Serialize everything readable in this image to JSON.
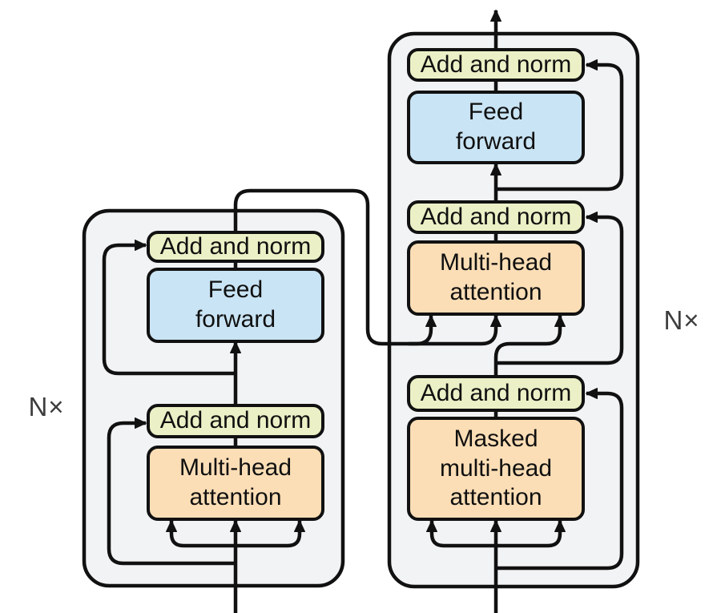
{
  "colors": {
    "add_norm_fill": "#ecf0c6",
    "feed_forward_fill": "#c9e4f4",
    "attention_fill": "#fcdeb6",
    "container_fill": "#f2f3f5",
    "line": "#111111",
    "background": "#ffffff"
  },
  "encoder": {
    "repeat_label": "N×",
    "blocks": [
      {
        "type": "add_norm",
        "label": "Add and norm"
      },
      {
        "type": "feed_forward",
        "label": "Feed\nforward"
      },
      {
        "type": "add_norm",
        "label": "Add and norm"
      },
      {
        "type": "attention",
        "label": "Multi-head\nattention"
      }
    ]
  },
  "decoder": {
    "repeat_label": "N×",
    "blocks": [
      {
        "type": "add_norm",
        "label": "Add and norm"
      },
      {
        "type": "feed_forward",
        "label": "Feed\nforward"
      },
      {
        "type": "add_norm",
        "label": "Add and norm"
      },
      {
        "type": "attention",
        "label": "Multi-head\nattention"
      },
      {
        "type": "add_norm",
        "label": "Add and norm"
      },
      {
        "type": "attention",
        "label": "Masked\nmulti-head\nattention"
      }
    ]
  }
}
